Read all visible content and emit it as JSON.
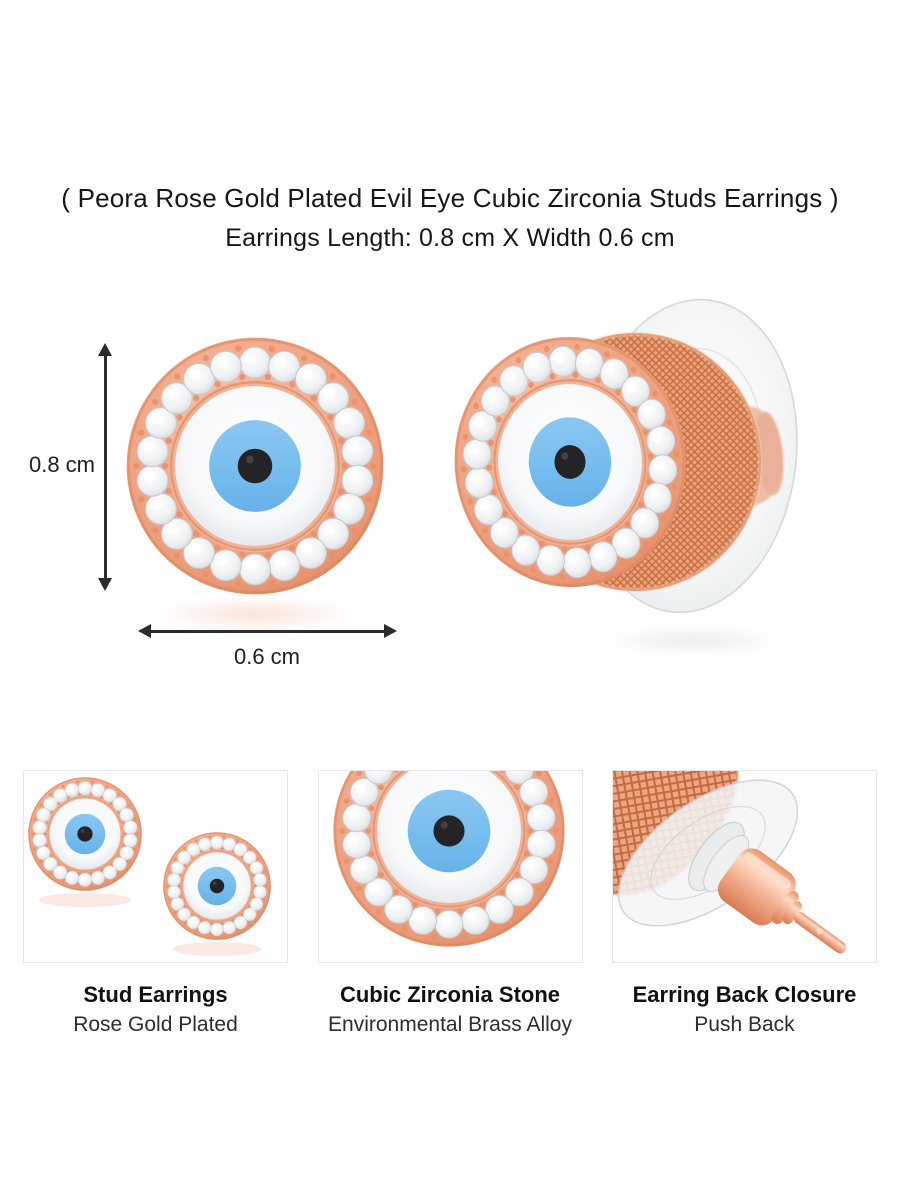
{
  "title": {
    "line1": "( Peora Rose Gold Plated Evil Eye Cubic Zirconia Studs  Earrings )",
    "line2": "Earrings Length: 0.8 cm X Width 0.6 cm"
  },
  "dimensions": {
    "height_label": "0.8 cm",
    "width_label": "0.6 cm"
  },
  "product_views": {
    "left": "evil-eye-stud-front-view",
    "right": "evil-eye-stud-side-view-with-push-back"
  },
  "panels": [
    {
      "title": "Stud Earrings",
      "subtitle": "Rose Gold Plated",
      "image": "pair-of-evil-eye-studs"
    },
    {
      "title": "Cubic Zirconia Stone",
      "subtitle": "Environmental Brass Alloy",
      "image": "evil-eye-stone-closeup"
    },
    {
      "title": "Earring Back Closure",
      "subtitle": "Push Back",
      "image": "push-back-post-closeup"
    }
  ],
  "colors": {
    "background": "#ffffff",
    "text": "#161616",
    "arrow": "#2b2b2b",
    "rose_gold": "#f0a585",
    "rose_gold_dark": "#d9815c",
    "rose_gold_light": "#fbd2bd",
    "cz_stone_white": "#f7f8fa",
    "iris_blue": "#74bcee",
    "pupil_black": "#242426",
    "sclera_white": "#fdfefe",
    "panel_border": "#e7e7e7"
  }
}
